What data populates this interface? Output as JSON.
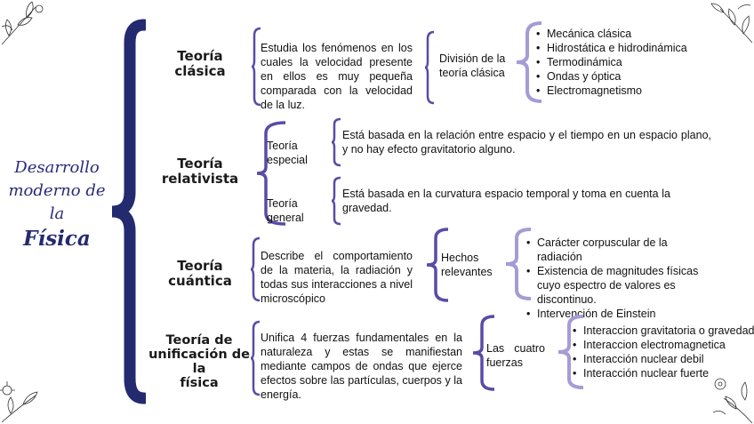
{
  "main_title": {
    "line1": "Desarrollo",
    "line2": "moderno de",
    "line3": "la",
    "line4": "Física"
  },
  "colors": {
    "dark_navy": "#232a6e",
    "purple": "#5a4ba6",
    "lavender": "#a79bd6",
    "title_text": "#2a2a7a"
  },
  "sections": [
    {
      "title_l1": "Teoría",
      "title_l2": "clásica",
      "description": "Estudia los fenómenos en los cuales la velocidad presente en ellos es muy pequeña comparada con la velocidad de la luz.",
      "sub_label": "División de la teoría clásica",
      "items": [
        "Mecánica clásica",
        "Hidrostática e hidrodinámica",
        "Termodinámica",
        "Ondas y óptica",
        "Electromagnetismo"
      ]
    },
    {
      "title_l1": "Teoría",
      "title_l2": "relativista",
      "branches": [
        {
          "label": "Teoría especial",
          "text": "Está basada en la relación entre espacio y el tiempo en un espacio plano, y no hay efecto gravitatorio alguno."
        },
        {
          "label": "Teoría general",
          "text": "Está basada en la curvatura espacio temporal y toma en cuenta la gravedad."
        }
      ]
    },
    {
      "title_l1": "Teoría",
      "title_l2": "cuántica",
      "description": "Describe el comportamiento de la materia, la radiación y todas sus interacciones a nivel microscópico",
      "sub_label": "Hechos relevantes",
      "items": [
        "Carácter corpuscular de la radiación",
        "Existencia de magnitudes físicas cuyo espectro de valores es discontinuo.",
        "Intervención de Einstein"
      ]
    },
    {
      "title_l1": "Teoría de",
      "title_l2": "unificación de la",
      "title_l3": "física",
      "description": "Unifica 4 fuerzas fundamentales en la naturaleza y estas se manifiestan mediante campos de ondas que ejerce efectos sobre las partículas, cuerpos y la energía.",
      "sub_label": "Las cuatro fuerzas",
      "items": [
        "Interaccion gravitatoria o gravedad",
        "Interaccion electromagnetica",
        "Interacción nuclear debil",
        "Interacción nuclear fuerte"
      ]
    }
  ]
}
